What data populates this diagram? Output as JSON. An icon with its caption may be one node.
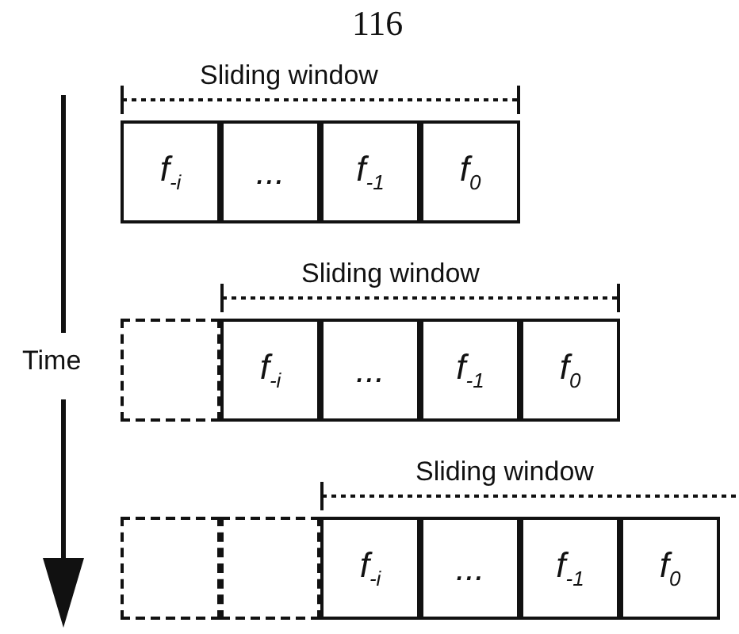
{
  "diagram": {
    "nodes": [
      {
        "text": [
          "f$_{-i}$"
        ]
      },
      {
        "text": [
          "..."
        ]
      },
      {
        "text": [
          "f$_{-1}$"
        ]
      },
      {
        "text": [
          "f$_{0}$"
        ]
      },
      {
        "text": [],
        "shape": "box"
      },
      {
        "text": [
          "f$_{-i}$"
        ]
      },
      {
        "text": [
          "..."
        ]
      },
      {
        "text": [
          "f$_{-1}$"
        ]
      },
      {
        "text": [
          "f$_{0}$"
        ]
      },
      {
        "text": [],
        "shape": "box"
      },
      {
        "text": [],
        "shape": "box"
      },
      {
        "text": [
          "f$_{-i}$"
        ]
      },
      {
        "text": [
          "..."
        ]
      },
      {
        "text": [
          "f$_{-1}$"
        ]
      },
      {
        "text": [
          "f$_{0}$"
        ]
      }
    ],
    "edges": [],
    "labels": [
      "116",
      "Sliding window",
      "Sliding window",
      "Time",
      "Sliding window"
    ]
  }
}
